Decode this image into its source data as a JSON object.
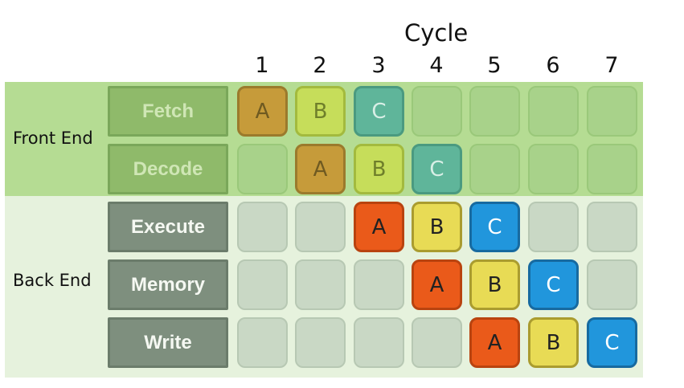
{
  "header": {
    "title": "Cycle",
    "cycles": [
      "1",
      "2",
      "3",
      "4",
      "5",
      "6",
      "7"
    ]
  },
  "sections": {
    "front": "Front End",
    "back": "Back End"
  },
  "stages": [
    "Fetch",
    "Decode",
    "Execute",
    "Memory",
    "Write"
  ],
  "grid": [
    [
      "A",
      "B",
      "C",
      "",
      "",
      "",
      ""
    ],
    [
      "",
      "A",
      "B",
      "C",
      "",
      "",
      ""
    ],
    [
      "",
      "",
      "A",
      "B",
      "C",
      "",
      ""
    ],
    [
      "",
      "",
      "",
      "A",
      "B",
      "C",
      ""
    ],
    [
      "",
      "",
      "",
      "",
      "A",
      "B",
      "C"
    ]
  ],
  "colors": {
    "front_band": "#b5dc93",
    "back_band": "#e6f2dd",
    "instr_A_front": "#c69b3a",
    "instr_B_front": "#c6dd5a",
    "instr_C_front": "#5fb59a",
    "instr_A_back": "#ea5a1a",
    "instr_B_back": "#e8db55",
    "instr_C_back": "#2196dc"
  }
}
